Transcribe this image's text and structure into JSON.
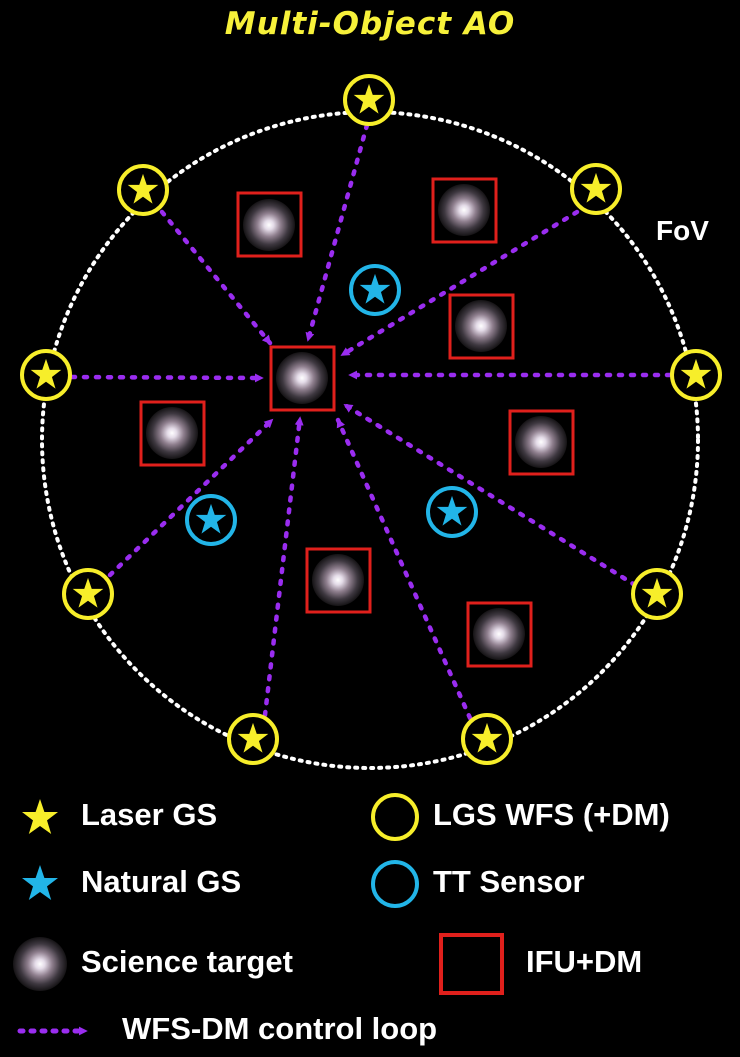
{
  "title": "Multi-Object AO",
  "fov_label": "FoV",
  "colors": {
    "background": "#000000",
    "laser_gs": "#f7ee2a",
    "natural_gs": "#22b5e8",
    "ifu_box": "#e0201c",
    "control_loop": "#9a2df0",
    "fov_circle": "#ffffff",
    "title": "#f7f13a"
  },
  "icons": {
    "laser_gs": "yellow-star-icon",
    "natural_gs": "cyan-star-icon",
    "lgs_wfs": "yellow-ring-icon",
    "tt_sensor": "cyan-ring-icon",
    "science_target": "galaxy-icon",
    "ifu_dm": "red-square-icon",
    "control_loop": "dotted-arrow-icon"
  },
  "legend": {
    "laser_gs": "Laser GS",
    "lgs_wfs": "LGS WFS (+DM)",
    "natural_gs": "Natural GS",
    "tt_sensor": "TT Sensor",
    "science_target": "Science target",
    "ifu_dm": "IFU+DM",
    "control_loop": "WFS-DM control loop"
  }
}
